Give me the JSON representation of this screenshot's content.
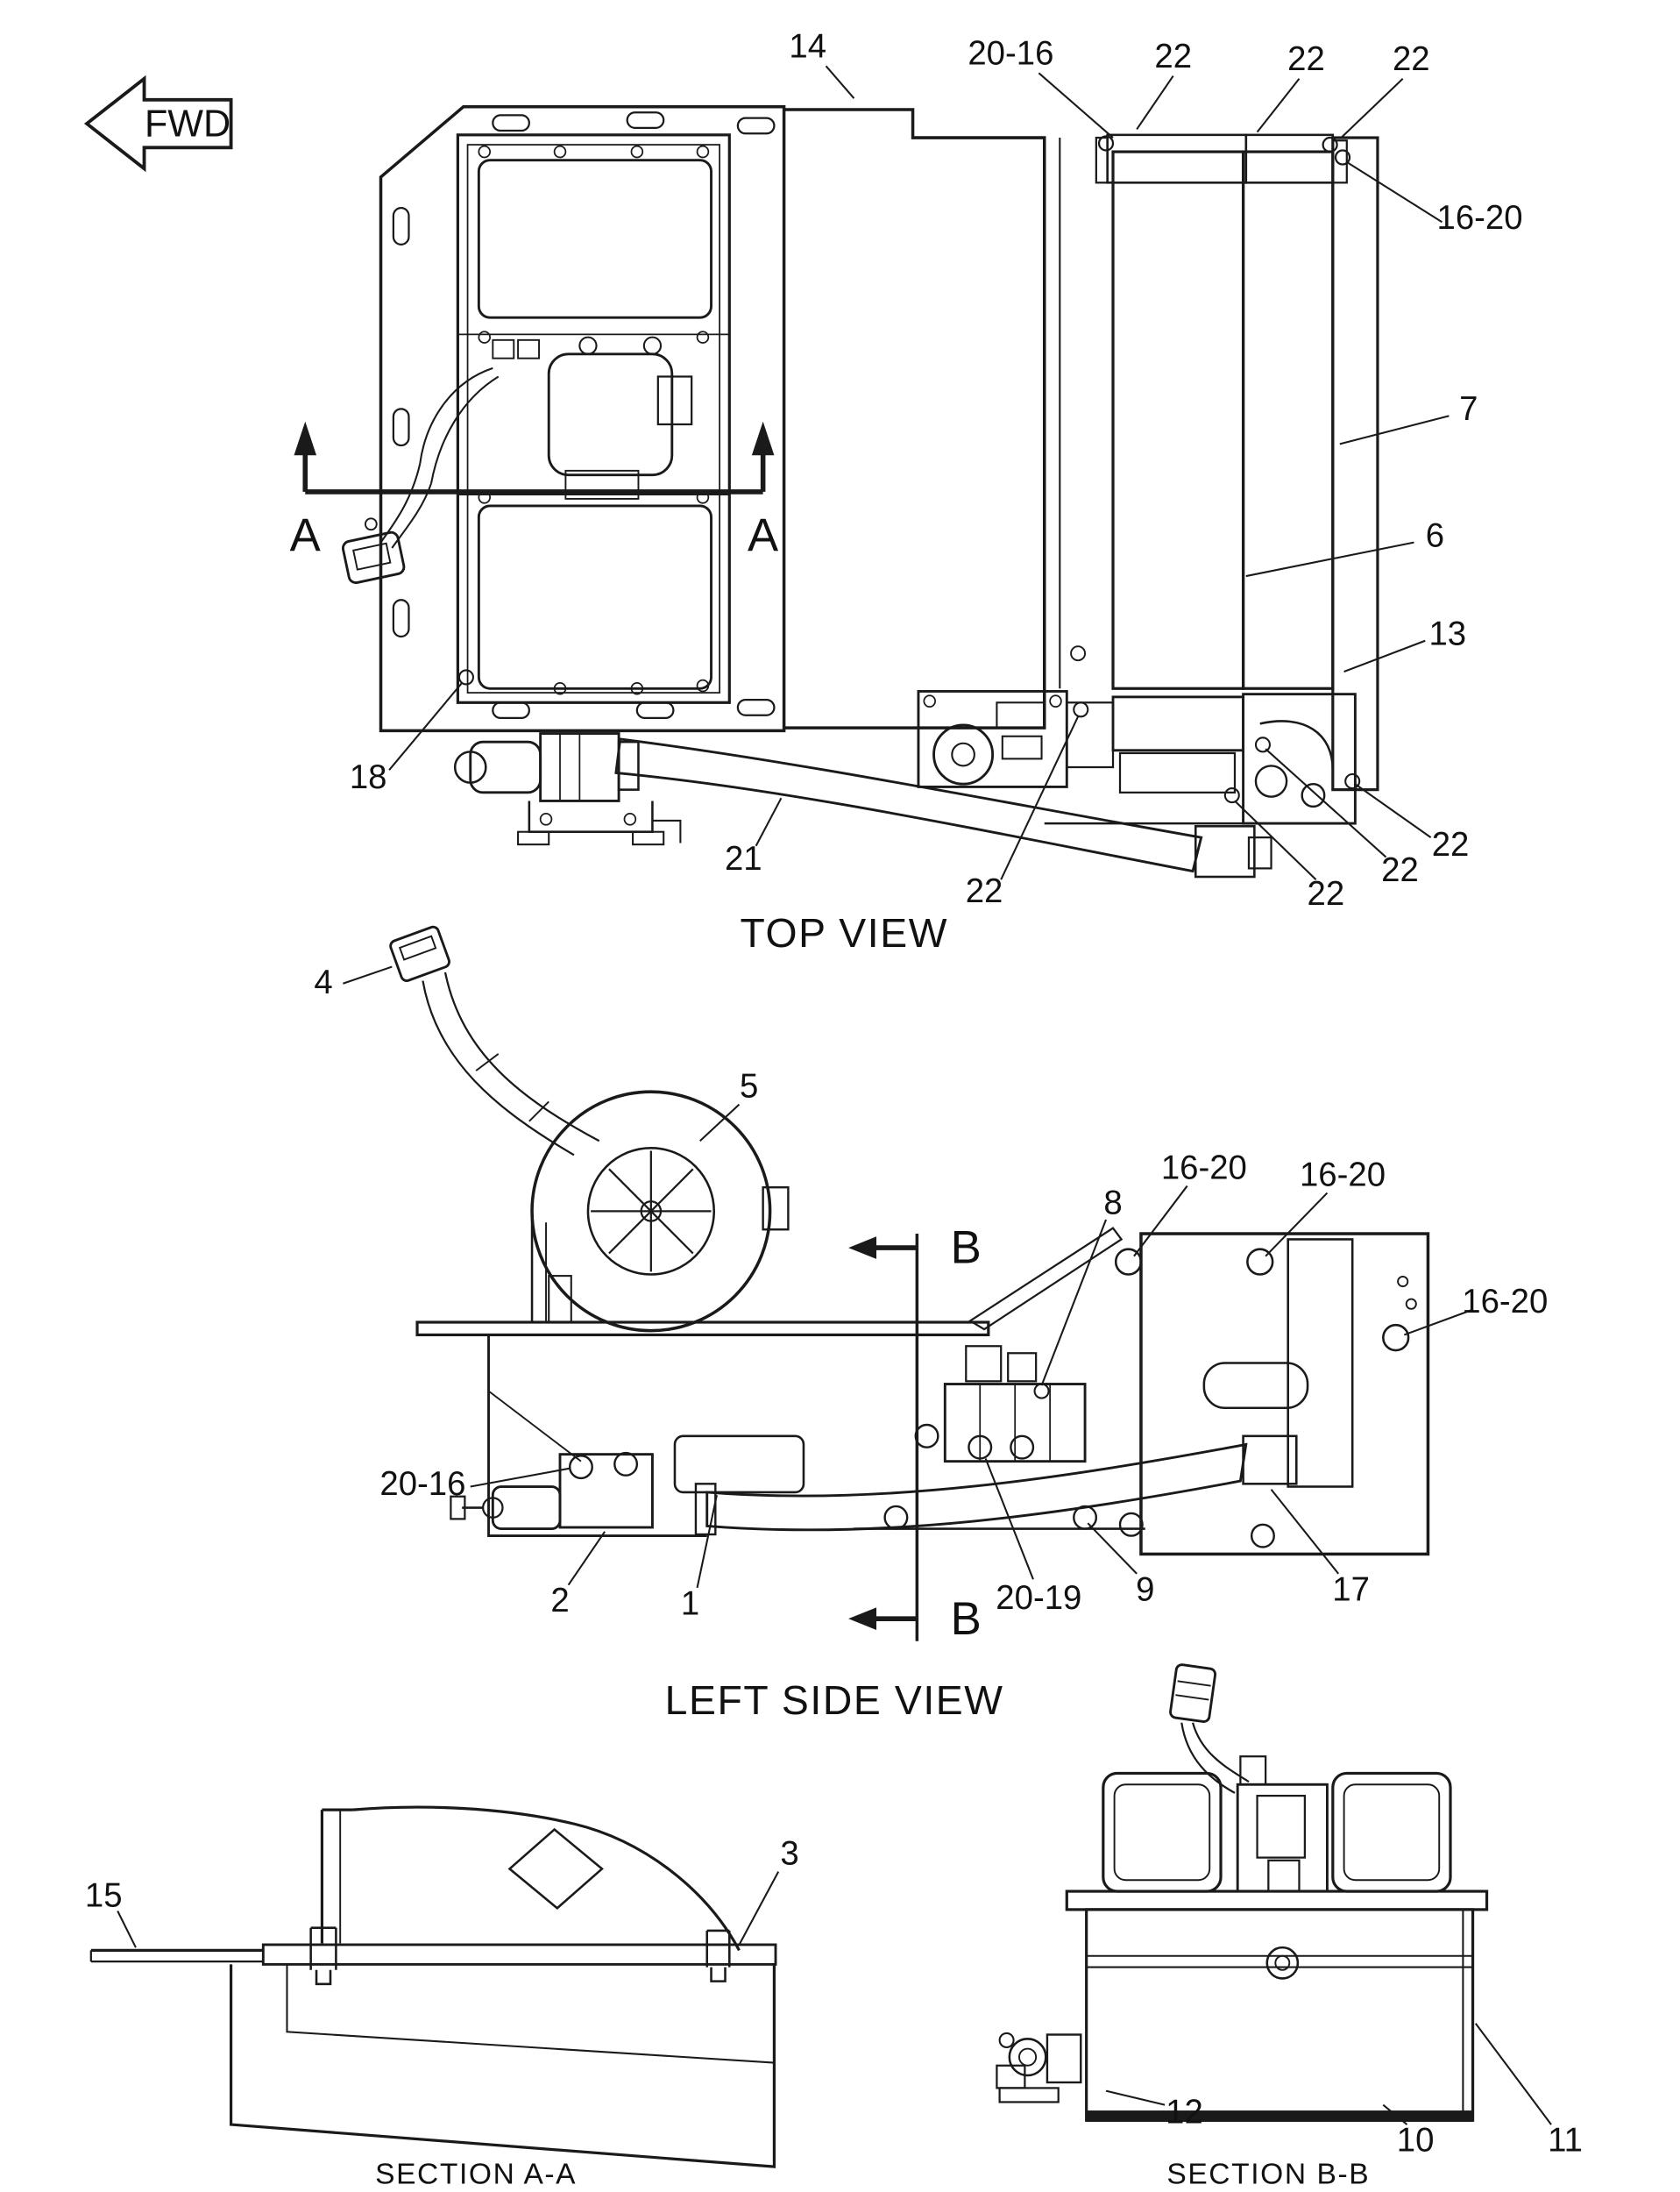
{
  "diagram": {
    "background": "#ffffff",
    "line_color": "#1a1a1a"
  },
  "fwd_arrow": {
    "label": "FWD"
  },
  "captions": {
    "top_view": "TOP VIEW",
    "left_side_view": "LEFT SIDE VIEW",
    "section_aa": "SECTION A-A",
    "section_bb": "SECTION B-B"
  },
  "section_markers": {
    "a": "A",
    "b": "B"
  },
  "callouts": {
    "c14": {
      "label": "14"
    },
    "c20_16_top": {
      "label": "20-16"
    },
    "c22_top_a": {
      "label": "22"
    },
    "c22_top_b": {
      "label": "22"
    },
    "c22_top_c": {
      "label": "22"
    },
    "c16_20_top": {
      "label": "16-20"
    },
    "c7": {
      "label": "7"
    },
    "c6": {
      "label": "6"
    },
    "c13": {
      "label": "13"
    },
    "c18": {
      "label": "18"
    },
    "c21": {
      "label": "21"
    },
    "c22_bot_a": {
      "label": "22"
    },
    "c22_bot_b": {
      "label": "22"
    },
    "c22_bot_c": {
      "label": "22"
    },
    "c22_bot_d": {
      "label": "22"
    },
    "c4": {
      "label": "4"
    },
    "c5": {
      "label": "5"
    },
    "c8": {
      "label": "8"
    },
    "c16_20_ls_a": {
      "label": "16-20"
    },
    "c16_20_ls_b": {
      "label": "16-20"
    },
    "c16_20_ls_c": {
      "label": "16-20"
    },
    "c20_16_ls": {
      "label": "20-16"
    },
    "c2": {
      "label": "2"
    },
    "c1": {
      "label": "1"
    },
    "c20_19": {
      "label": "20-19"
    },
    "c9": {
      "label": "9"
    },
    "c17": {
      "label": "17"
    },
    "c15": {
      "label": "15"
    },
    "c3": {
      "label": "3"
    },
    "c12": {
      "label": "12"
    },
    "c10": {
      "label": "10"
    },
    "c11": {
      "label": "11"
    }
  }
}
